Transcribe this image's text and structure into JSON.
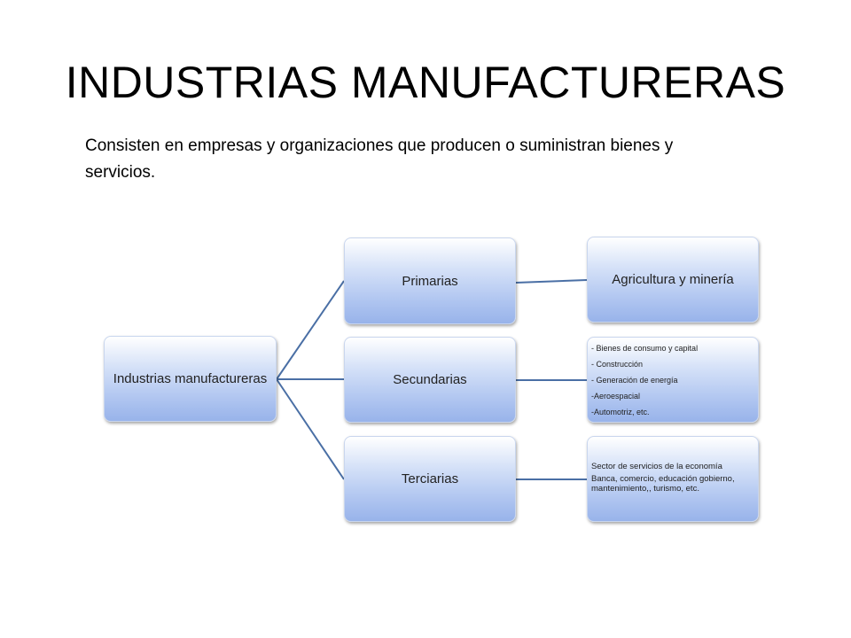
{
  "title": "INDUSTRIAS MANUFACTURERAS",
  "subtitle": "Consisten en empresas y organizaciones que producen o suministran bienes y servicios.",
  "diagram": {
    "root": "Industrias manufactureras",
    "branches": [
      {
        "label": "Primarias",
        "detail": {
          "text": "Agricultura y minería"
        }
      },
      {
        "label": "Secundarias",
        "detail": {
          "lines": [
            "- Bienes  de consumo y   capital",
            "- Construcción",
            "- Generación de energía",
            "-Aeroespacial",
            "-Automotriz, etc."
          ]
        }
      },
      {
        "label": "Terciarias",
        "detail": {
          "lines": [
            "Sector de servicios de la economía",
            "Banca, comercio, educación gobierno, mantenimiento,, turismo, etc."
          ]
        }
      }
    ],
    "connector_color": "#4a6fa5"
  }
}
